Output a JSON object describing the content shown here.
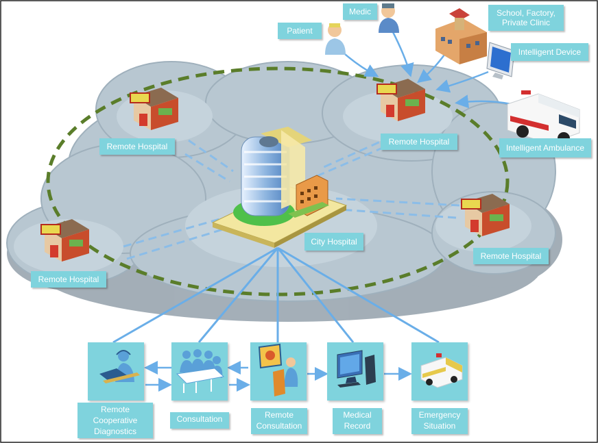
{
  "nodes": {
    "patient": "Patient",
    "medic": "Medic",
    "school": [
      "School, Factory,",
      "Private Clinic"
    ],
    "intelligent_device": "Intelligent Device",
    "intelligent_ambulance": "Intelligent Ambulance",
    "remote_hospital_tl": "Remote Hospital",
    "remote_hospital_tr": "Remote Hospital",
    "remote_hospital_l": "Remote Hospital",
    "remote_hospital_r": "Remote Hospital",
    "city_hospital": "City Hospital"
  },
  "services": {
    "cooperative": [
      "Remote",
      "Cooperative",
      "Diagnostics"
    ],
    "consultation": "Consultation",
    "remote_consultation": [
      "Remote",
      "Consultation"
    ],
    "medical_record": [
      "Medical",
      "Record"
    ],
    "emergency": [
      "Emergency",
      "Situation"
    ]
  },
  "colors": {
    "cloud": "#b8c7d1",
    "cloud_edge": "#8fa3b0",
    "dash_ring": "#5a7d2a",
    "connector": "#6aaee8",
    "label_bg": "#7fd3dd"
  }
}
